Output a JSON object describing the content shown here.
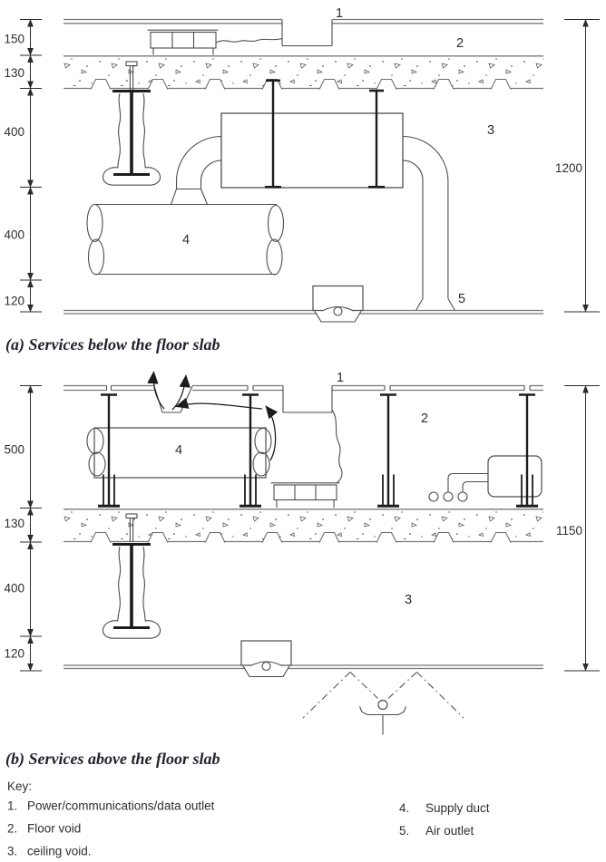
{
  "figure": {
    "diagram_a": {
      "caption": "(a) Services below the floor slab",
      "part_labels": [
        {
          "id": "1",
          "text": "1"
        },
        {
          "id": "2",
          "text": "2"
        },
        {
          "id": "3",
          "text": "3"
        },
        {
          "id": "4",
          "text": "4"
        },
        {
          "id": "5",
          "text": "5"
        }
      ],
      "dims_left": [
        {
          "text": "150"
        },
        {
          "text": "130"
        },
        {
          "text": "400"
        },
        {
          "text": "400"
        },
        {
          "text": "120"
        }
      ],
      "dim_right": {
        "text": "1200"
      }
    },
    "diagram_b": {
      "caption": "(b) Services above the floor slab",
      "part_labels": [
        {
          "id": "1",
          "text": "1"
        },
        {
          "id": "2",
          "text": "2"
        },
        {
          "id": "4",
          "text": "4"
        },
        {
          "id": "3",
          "text": "3"
        }
      ],
      "dims_left": [
        {
          "text": "500"
        },
        {
          "text": "130"
        },
        {
          "text": "400"
        },
        {
          "text": "120"
        }
      ],
      "dim_right": {
        "text": "1150"
      }
    },
    "key": {
      "title": "Key:",
      "items": [
        {
          "num": "1.",
          "label": "Power/communications/data outlet"
        },
        {
          "num": "2.",
          "label": "Floor void"
        },
        {
          "num": "3.",
          "label": "ceiling void."
        },
        {
          "num": "4.",
          "label": "Supply duct"
        },
        {
          "num": "5.",
          "label": "Air outlet"
        }
      ]
    },
    "colors": {
      "line": "#4d4d4d",
      "heavy": "#1c1c1c",
      "light_line": "#787878",
      "text": "#2e2e33"
    }
  }
}
